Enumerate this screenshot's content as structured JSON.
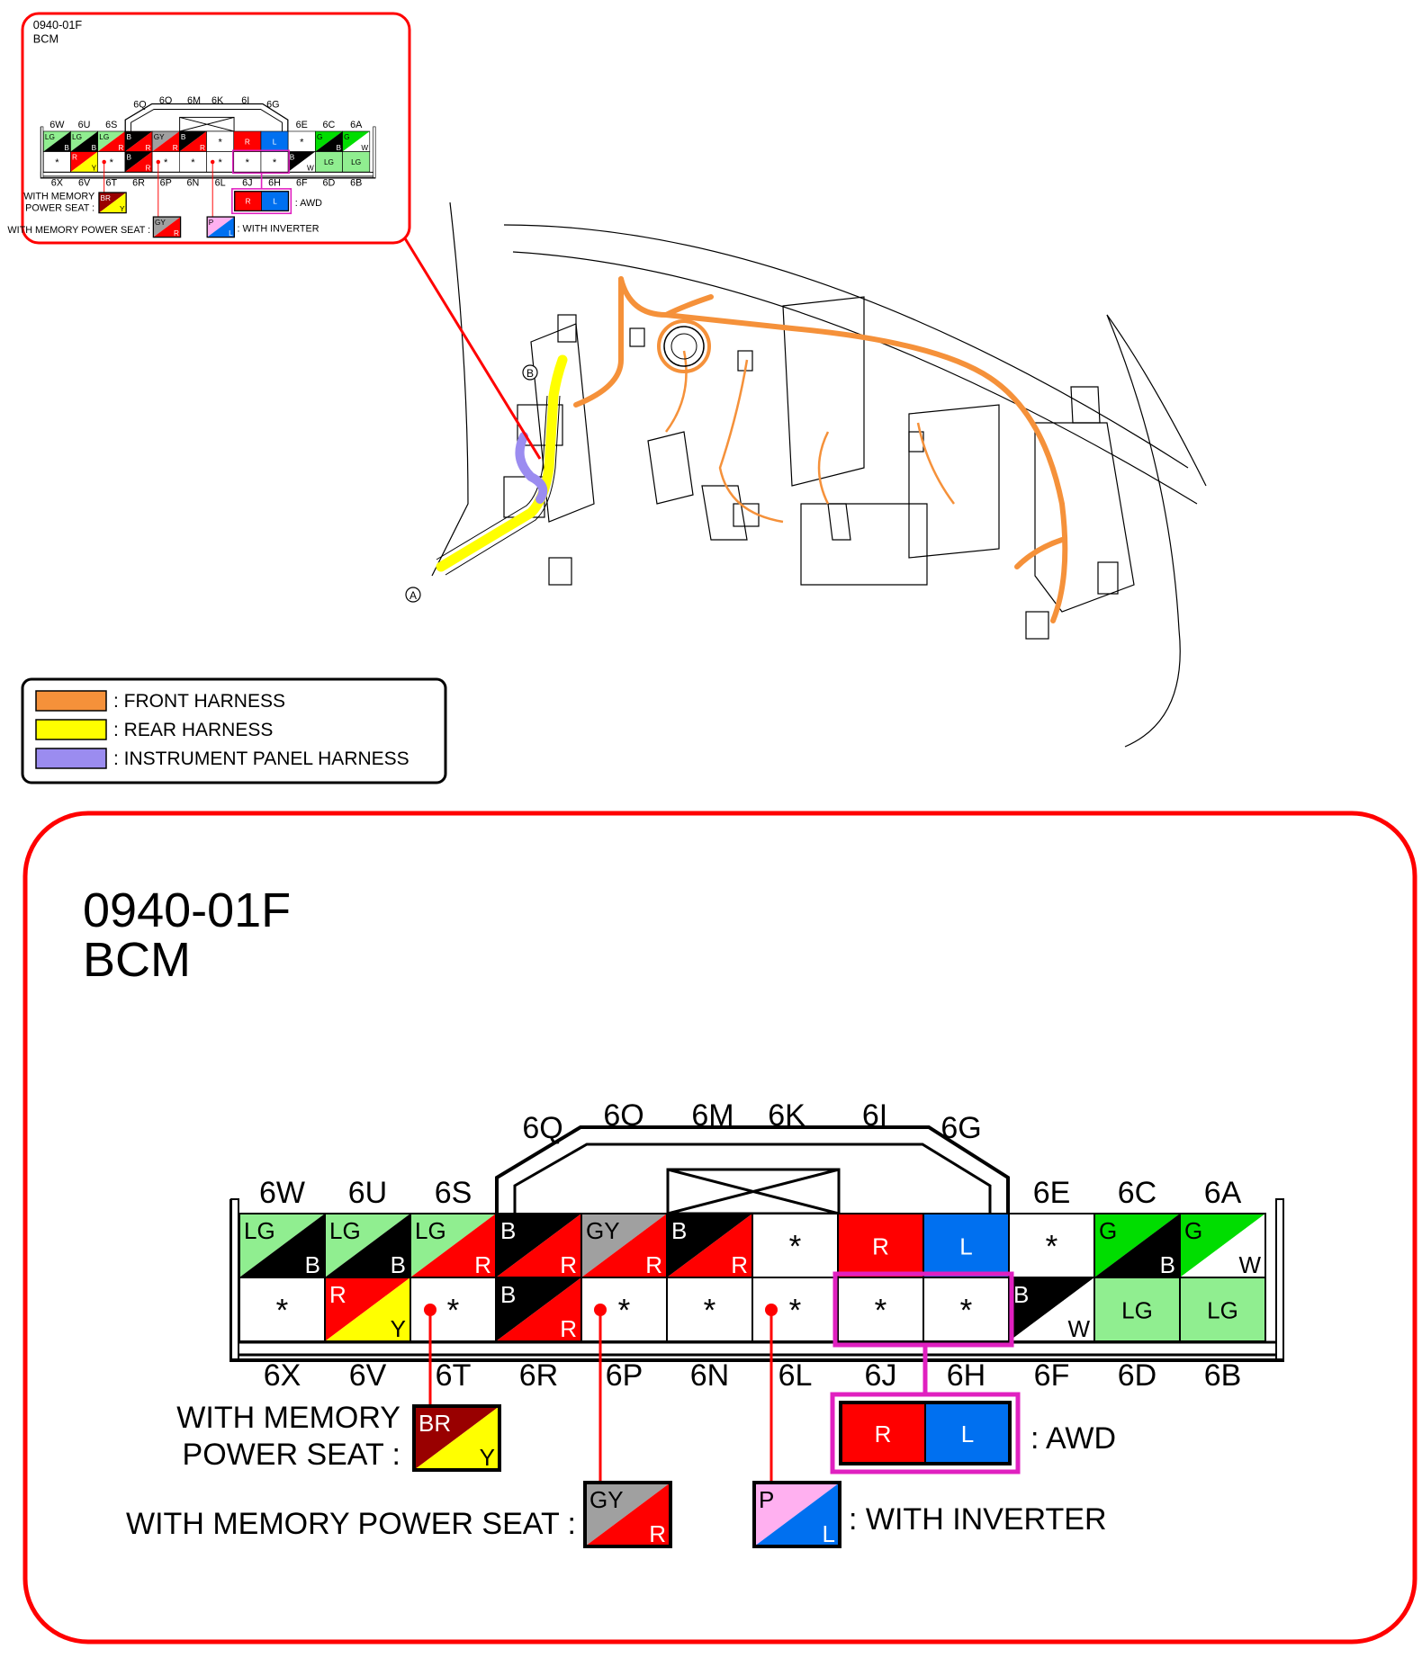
{
  "connector": {
    "code": "0940-01F",
    "name": "BCM",
    "top_labels": [
      "6Q",
      "6O",
      "6M",
      "6K",
      "6I",
      "6G"
    ],
    "upper_labels": [
      "6W",
      "6U",
      "6S",
      "6E",
      "6C",
      "6A"
    ],
    "bottom_labels": [
      "6X",
      "6V",
      "6T",
      "6R",
      "6P",
      "6N",
      "6L",
      "6J",
      "6H",
      "6F",
      "6D",
      "6B"
    ],
    "star": "*",
    "row1": [
      {
        "t": "LG",
        "b": "B",
        "ct": "#90ee90",
        "cb": "#000000"
      },
      {
        "t": "LG",
        "b": "B",
        "ct": "#90ee90",
        "cb": "#000000"
      },
      {
        "t": "LG",
        "b": "R",
        "ct": "#90ee90",
        "cb": "#ff0000"
      },
      {
        "t": "B",
        "b": "R",
        "ct": "#000000",
        "cb": "#ff0000"
      },
      {
        "t": "GY",
        "b": "R",
        "ct": "#a0a0a0",
        "cb": "#ff0000"
      },
      {
        "t": "B",
        "b": "R",
        "ct": "#000000",
        "cb": "#ff0000"
      },
      {
        "s": "*",
        "c": "#ffffff"
      },
      {
        "s": "R",
        "c": "#ff0000"
      },
      {
        "s": "L",
        "c": "#0070f0"
      },
      {
        "s": "*",
        "c": "#ffffff"
      },
      {
        "t": "G",
        "b": "B",
        "ct": "#00dd00",
        "cb": "#000000"
      },
      {
        "t": "G",
        "b": "W",
        "ct": "#00dd00",
        "cb": "#ffffff"
      }
    ],
    "row2": [
      {
        "s": "*",
        "c": "#ffffff"
      },
      {
        "t": "R",
        "b": "Y",
        "ct": "#ff0000",
        "cb": "#ffff00"
      },
      {
        "s": "*",
        "c": "#ffffff"
      },
      {
        "t": "B",
        "b": "R",
        "ct": "#000000",
        "cb": "#ff0000"
      },
      {
        "s": "*",
        "c": "#ffffff"
      },
      {
        "s": "*",
        "c": "#ffffff"
      },
      {
        "s": "*",
        "c": "#ffffff"
      },
      {
        "s": "*",
        "c": "#ffffff"
      },
      {
        "s": "*",
        "c": "#ffffff"
      },
      {
        "t": "B",
        "b": "W",
        "ct": "#000000",
        "cb": "#ffffff"
      },
      {
        "s": "LG",
        "c": "#90ee90"
      },
      {
        "s": "LG",
        "c": "#90ee90"
      }
    ]
  },
  "notes": {
    "memory_seat_1_line1": "WITH MEMORY",
    "memory_seat_1_line2": "POWER SEAT :",
    "memory_seat_1_cell": {
      "t": "BR",
      "b": "Y",
      "ct": "#990000",
      "cb": "#ffff00"
    },
    "memory_seat_2": "WITH MEMORY POWER SEAT :",
    "memory_seat_2_cell": {
      "t": "GY",
      "b": "R",
      "ct": "#a0a0a0",
      "cb": "#ff0000"
    },
    "inverter": ": WITH INVERTER",
    "inverter_cell": {
      "t": "P",
      "b": "L",
      "ct": "#ffb0f0",
      "cb": "#0070f0"
    },
    "awd": ": AWD",
    "awd_cells": [
      {
        "s": "R",
        "c": "#ff0000"
      },
      {
        "s": "L",
        "c": "#0070f0"
      }
    ]
  },
  "legend": [
    {
      "label": ": FRONT HARNESS",
      "color": "#f5913a"
    },
    {
      "label": ": REAR HARNESS",
      "color": "#ffff00"
    },
    {
      "label": ": INSTRUMENT PANEL HARNESS",
      "color": "#9b8cf0"
    }
  ],
  "callouts": {
    "a": "A",
    "b": "B"
  },
  "colors": {
    "callout_border": "#ff0000",
    "magenta": "#e020c0",
    "front_harness": "#f5913a",
    "rear_harness": "#ffff00",
    "ip_harness": "#9b8cf0"
  }
}
